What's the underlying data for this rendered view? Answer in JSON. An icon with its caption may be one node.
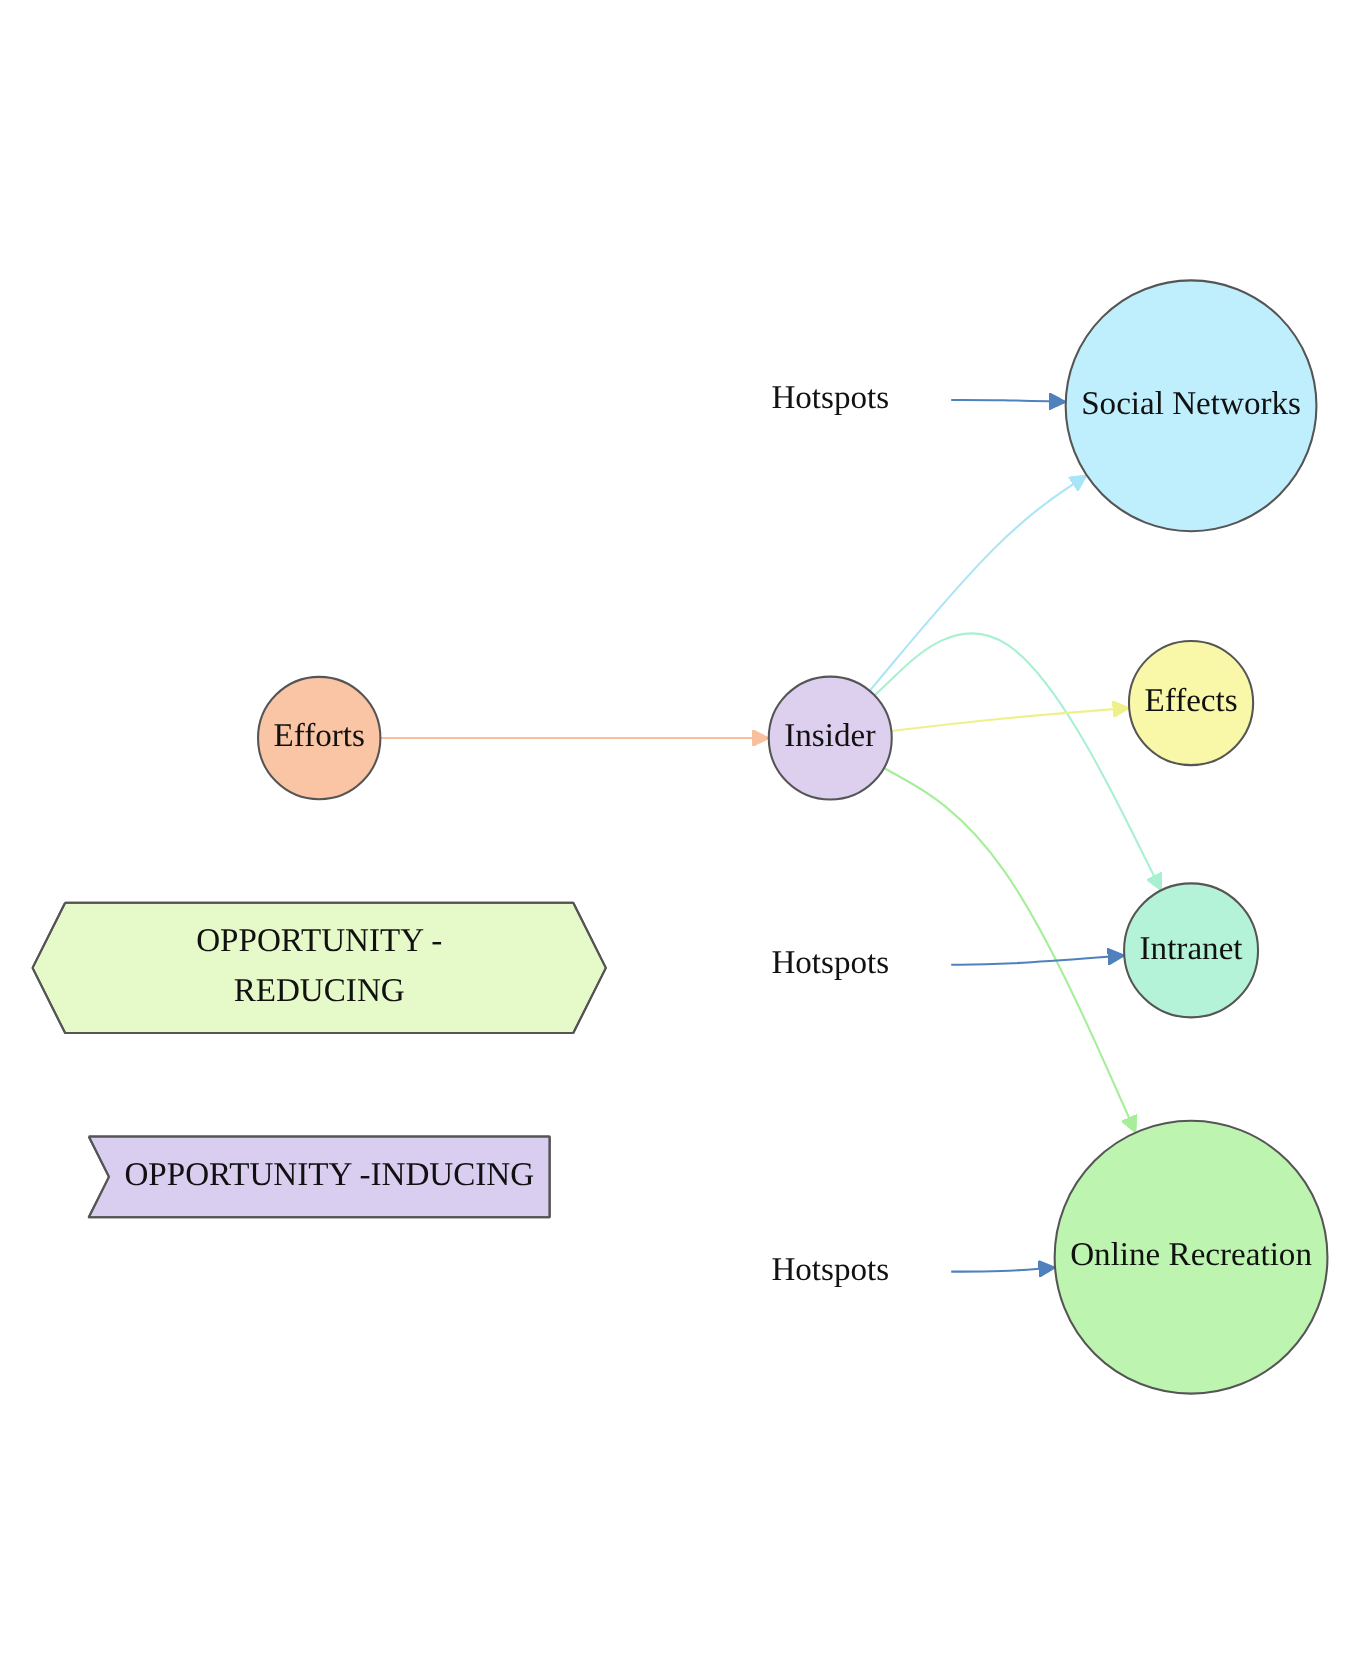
{
  "diagram": {
    "nodes": [
      {
        "text": [
          "Social Networks"
        ]
      },
      {
        "text": [
          "Hotspots"
        ]
      },
      {
        "text": [
          "Efforts"
        ]
      },
      {
        "text": [
          "Intranet"
        ]
      },
      {
        "text": [
          "Insider"
        ]
      },
      {
        "text": [
          "Hotspots"
        ]
      },
      {
        "text": [
          "Effects"
        ]
      },
      {
        "text": [
          "Online Recreation"
        ]
      },
      {
        "text": [
          "Hotspots"
        ]
      },
      {
        "text": [
          "OPPORTUNITY -REDUCING"
        ]
      },
      {
        "text": [
          "OPPORTUNITY -INDUCING"
        ]
      }
    ],
    "edges": [
      {
        "from": 4,
        "to": 0,
        "arrow": "to",
        "color": "#a9e4f7"
      },
      {
        "from": 2,
        "to": 4,
        "arrow": "to",
        "color": "#f9c09f"
      },
      {
        "from": 4,
        "to": 3,
        "arrow": "to",
        "color": "#a8f0d0"
      },
      {
        "from": 4,
        "to": 6,
        "arrow": "to",
        "color": "#f0f08a"
      },
      {
        "from": 4,
        "to": 7,
        "arrow": "to",
        "color": "#a6ee9a"
      },
      {
        "from": 1,
        "to": 0,
        "arrow": "to",
        "color": "#4f81bd"
      },
      {
        "from": 5,
        "to": 3,
        "arrow": "to",
        "color": "#4f81bd"
      },
      {
        "from": 8,
        "to": 7,
        "arrow": "to",
        "color": "#4f81bd"
      }
    ]
  }
}
